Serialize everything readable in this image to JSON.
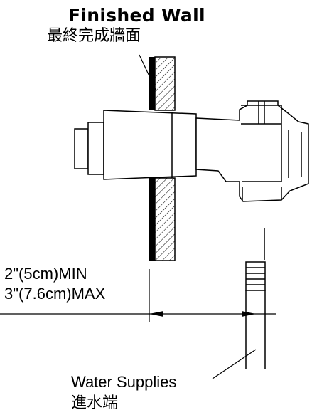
{
  "labels": {
    "finished_wall_en": "Finished Wall",
    "finished_wall_zh": "最終完成牆面",
    "min_distance": "2\"(5cm)MIN",
    "max_distance": "3\"(7.6cm)MAX",
    "water_supplies_en": "Water Supplies",
    "water_supplies_zh": "進水端"
  },
  "colors": {
    "line": "#000000",
    "background": "#ffffff"
  }
}
